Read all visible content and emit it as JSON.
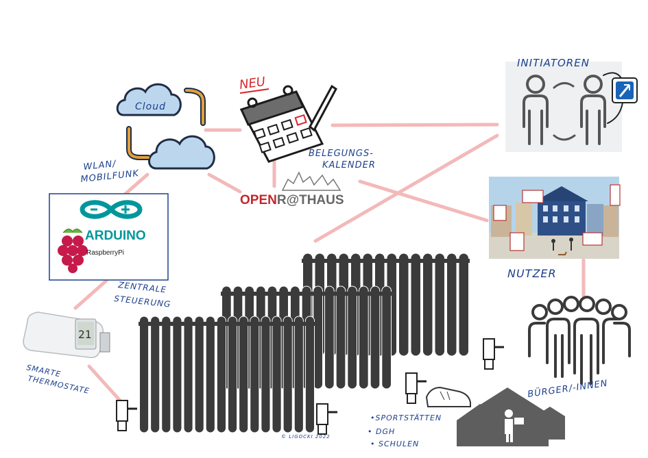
{
  "labels": {
    "cloud": "Cloud",
    "neu": "NEU",
    "belegung_line1": "BELEGUNGS-",
    "belegung_line2": "KALENDER",
    "initiatoren": "INITIATOREN",
    "nutzer": "NUTZER",
    "wlan_line1": "WLAN/",
    "wlan_line2": "MOBILFUNK",
    "zentrale_line1": "ZENTRALE",
    "zentrale_line2": "STEUERUNG",
    "smarte_line1": "SMARTE",
    "smarte_line2": "THERMOSTATE",
    "buerger": "BÜRGER/-INNEN",
    "sport": "•SPORTSTÄTTEN",
    "dgh": "• DGH",
    "schulen": "• SCHULEN",
    "copyright": "© LIGOCKI 2022"
  },
  "logos": {
    "openrathaus_part1": "OPEN",
    "openrathaus_part2": "R@THAUS",
    "arduino": "ARDUINO",
    "raspberry": "RaspberryPi"
  },
  "thermostat_display": "21",
  "colors": {
    "connector": "#f3b9b9",
    "handwriting": "#1b3f8c",
    "cloud_fill": "#bcd6ee",
    "radiator": "#3b3b3b",
    "arduino": "#00979c",
    "open_red": "#c3262c",
    "neu_red": "#d7262b"
  }
}
